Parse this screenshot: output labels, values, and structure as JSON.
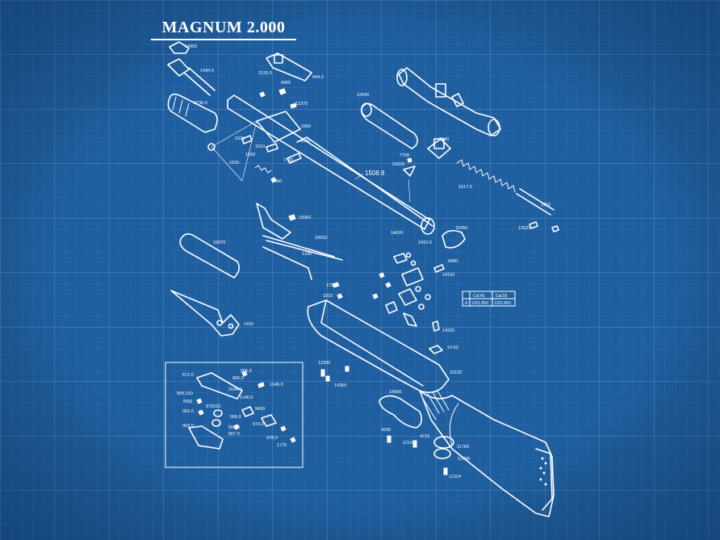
{
  "title": "MAGNUM 2.000",
  "colors": {
    "background": "#1f5fa0",
    "grid_minor": "#3a78b6",
    "grid_major": "#5a90c6",
    "ink": "#ffffff"
  },
  "part_labels": {
    "p14950": "14950",
    "p1494": "1494.0",
    "p2133": "2133.0",
    "p9442": "944.2",
    "p9400": "9400",
    "p12370": "12370",
    "p2736": "2736.0",
    "p1630": "1630",
    "p1610": "1610",
    "p1650": "1650",
    "p1600": "1600",
    "p1640": "1640",
    "p7720": "7720",
    "p1520": "1520",
    "p1460": "1460",
    "p12540": "12540",
    "p1540": "1540",
    "p7700": "7700",
    "p15020": "15020",
    "p15088": "1508.8",
    "p15170": "1517.0",
    "p2252": "2252",
    "p12520": "12520",
    "p15060": "15060",
    "p15032": "15032",
    "p15070": "15070",
    "p1330": "1330",
    "p15050": "15050",
    "p14020": "14020",
    "p1410": "1410.0",
    "p14150": "14150",
    "p9080": "9080",
    "p1415": "1415",
    "p1731": "173.1",
    "p1810": "1810",
    "p14320": "14320",
    "p1452": "14.52",
    "p15102": "15102",
    "p12200": "12200",
    "p14350": "14350",
    "p14900": "14900",
    "p4330": "4330",
    "p12100": "12100",
    "p4710": "4710",
    "p11760": "11760",
    "p12780": "12780",
    "p11314": "11314",
    "p5720": "572.0",
    "p9050": "905.0",
    "p905010": "905.010",
    "p9050b": "905.0",
    "p16440": "1644.0",
    "p16450": "1645.0",
    "p7650": "7650",
    "p11460": "1146.0",
    "p9020": "902.0",
    "p975010": "975010",
    "p9060": "906.0",
    "p9430": "9430",
    "p9080b": "908.0",
    "p9070": "907.0",
    "p9740": "974.0",
    "p9030": "903.0",
    "p9780": "978.0",
    "p1770": "1770"
  },
  "table": {
    "headers": [
      "Cal.45",
      "Cal.55"
    ],
    "rows": [
      {
        "row_label": "A",
        "cells": [
          "1201.850",
          "1202.850"
        ]
      }
    ]
  }
}
